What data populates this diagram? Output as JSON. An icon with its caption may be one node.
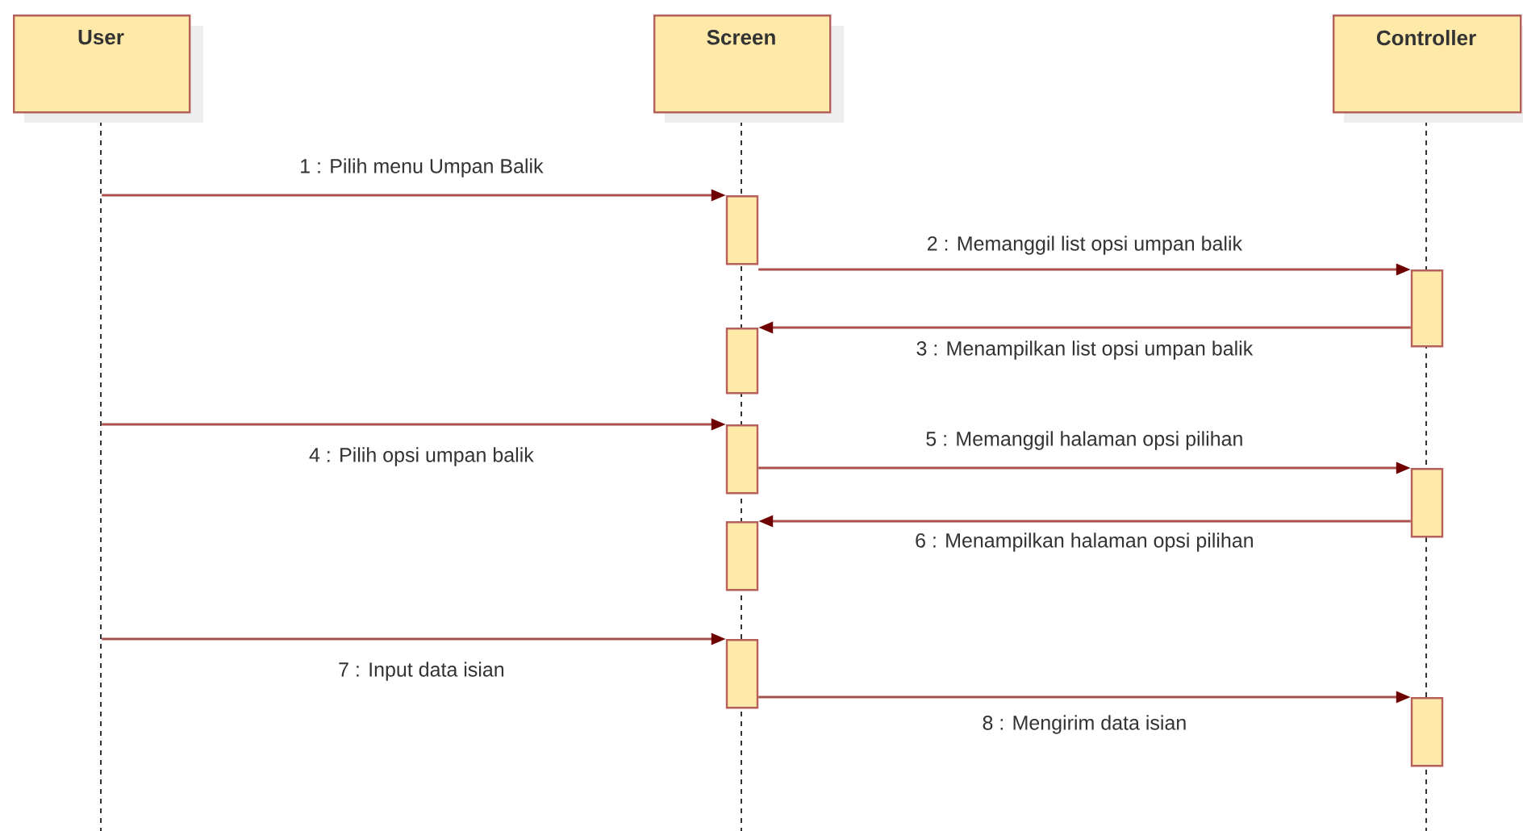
{
  "diagram": {
    "nodes": [
      {
        "text": [
          "User"
        ]
      },
      {
        "text": [
          "Screen"
        ]
      },
      {
        "text": [
          "Controller"
        ]
      },
      {
        "text": [],
        "shape": "bar",
        "in": 1
      },
      {
        "text": [],
        "shape": "bar",
        "in": 2
      },
      {
        "text": [],
        "shape": "bar",
        "in": 1
      },
      {
        "text": [],
        "shape": "bar",
        "in": 1
      },
      {
        "text": [],
        "shape": "bar",
        "in": 2
      },
      {
        "text": [],
        "shape": "bar",
        "in": 1
      },
      {
        "text": [],
        "shape": "bar",
        "in": 1
      },
      {
        "text": [],
        "shape": "bar",
        "in": 2
      }
    ],
    "edges": [
      {
        "from": 0,
        "to": 3,
        "arrow": "to",
        "label": "1 : Pilih menu Umpan Balik"
      },
      {
        "from": 3,
        "to": 4,
        "arrow": "to",
        "label": "2 : Memanggil list opsi umpan balik"
      },
      {
        "from": 4,
        "to": 5,
        "arrow": "to",
        "label": "3 : Menampilkan list opsi umpan balik"
      },
      {
        "from": 0,
        "to": 6,
        "arrow": "to",
        "label": "4 : Pilih opsi umpan balik"
      },
      {
        "from": 6,
        "to": 7,
        "arrow": "to",
        "label": "5 : Memanggil halaman opsi pilihan"
      },
      {
        "from": 7,
        "to": 8,
        "arrow": "to",
        "label": "6 : Menampilkan halaman opsi pilihan"
      },
      {
        "from": 0,
        "to": 9,
        "arrow": "to",
        "label": "7 : Input data isian"
      },
      {
        "from": 9,
        "to": 10,
        "arrow": "to",
        "label": "8 : Mengirim data isian"
      }
    ]
  }
}
